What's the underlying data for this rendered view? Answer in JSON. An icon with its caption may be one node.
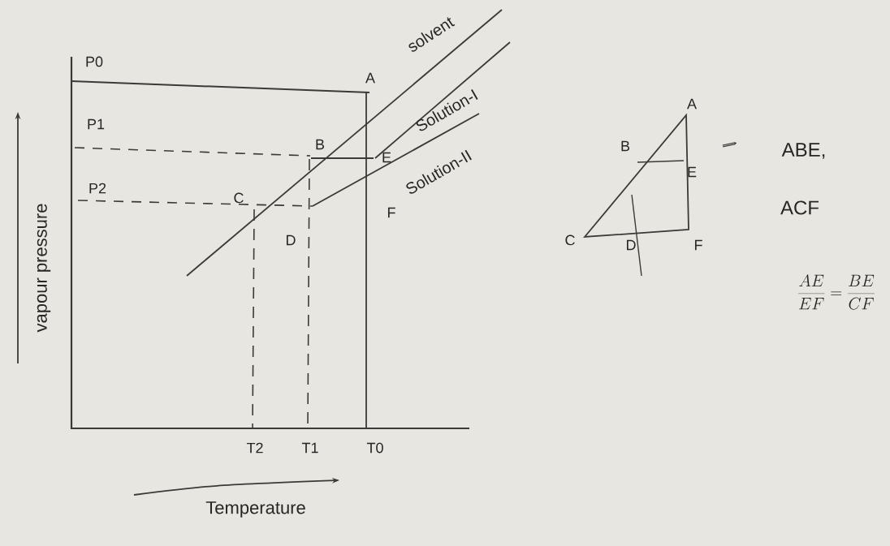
{
  "diagram": {
    "labels": [
      "solvent",
      "P0",
      "A",
      "Solution-I",
      "P1",
      "B",
      "E",
      "Solution-II",
      "P2",
      "C",
      "F",
      "D",
      "vapour pressure",
      "T2",
      "T1",
      "T0",
      "Temperature",
      "A",
      "B",
      "E",
      "C",
      "D",
      "F",
      "ABE,",
      "ACF",
      "\\frac{AE}{EF}=\\frac{BE}{CF}"
    ]
  }
}
